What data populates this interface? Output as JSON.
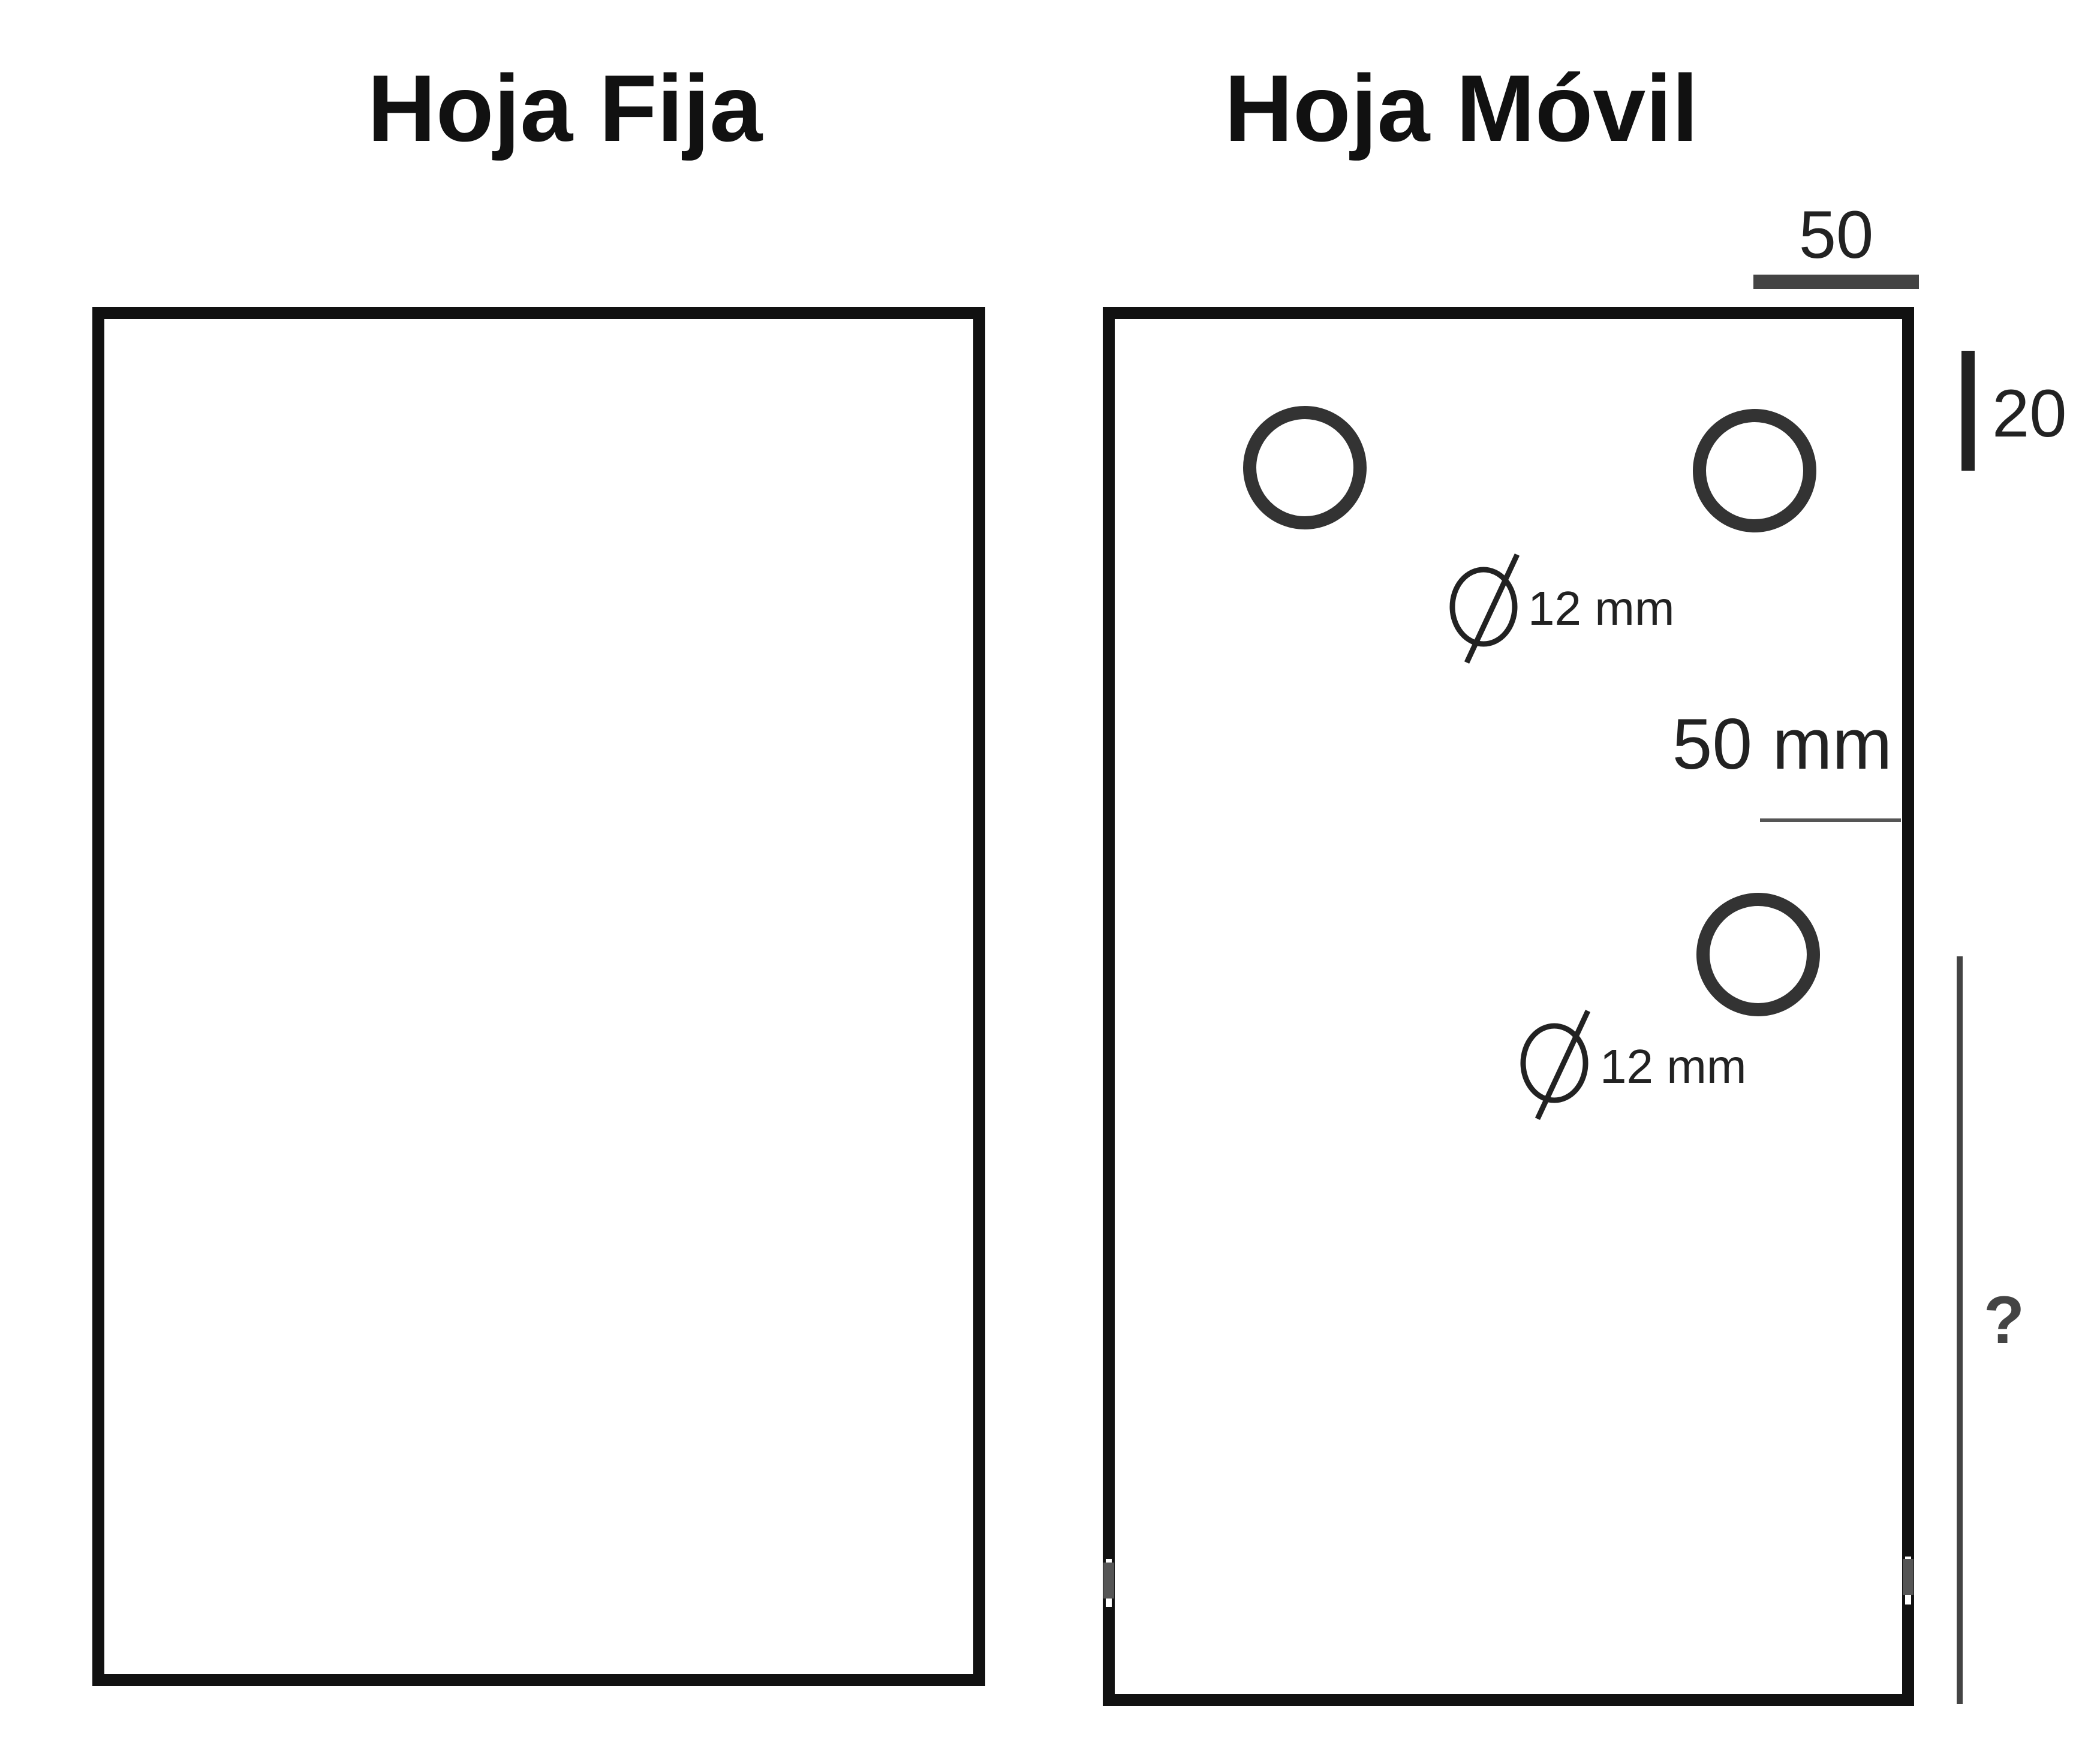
{
  "panels": {
    "fixed": {
      "title": "Hoja Fija"
    },
    "movable": {
      "title": "Hoja Móvil"
    }
  },
  "dimensions": {
    "top_width": "50",
    "top_offset": "20",
    "hole_diameter_upper": "12 mm",
    "hole_diameter_lower": "12 mm",
    "side_offset": "50 mm",
    "unknown_height": "?"
  },
  "holes": {
    "count": 3,
    "diameter_mm": 12
  },
  "colors": {
    "outline": "#111111",
    "hole": "#333333",
    "dimension_line": "#444444",
    "background": "#ffffff"
  },
  "icons": {
    "diameter_symbol": "diameter-icon"
  }
}
